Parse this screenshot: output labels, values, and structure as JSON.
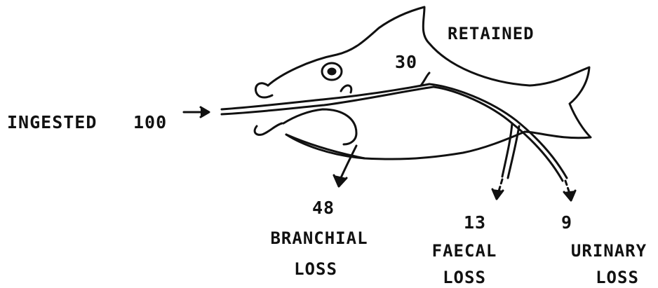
{
  "diagram": {
    "ingested": {
      "label": "INGESTED",
      "value": "100"
    },
    "retained": {
      "label": "RETAINED",
      "value": "30"
    },
    "branchial": {
      "value": "48",
      "label_line1": "BRANCHIAL",
      "label_line2": "LOSS"
    },
    "faecal": {
      "value": "13",
      "label_line1": "FAECAL",
      "label_line2": "LOSS"
    },
    "urinary": {
      "value": "9",
      "label_line1": "URINARY",
      "label_line2": "LOSS"
    },
    "colors": {
      "ink": "#111111",
      "background": "#ffffff"
    },
    "icons": [
      "fish-outline",
      "arrow-icon"
    ]
  }
}
